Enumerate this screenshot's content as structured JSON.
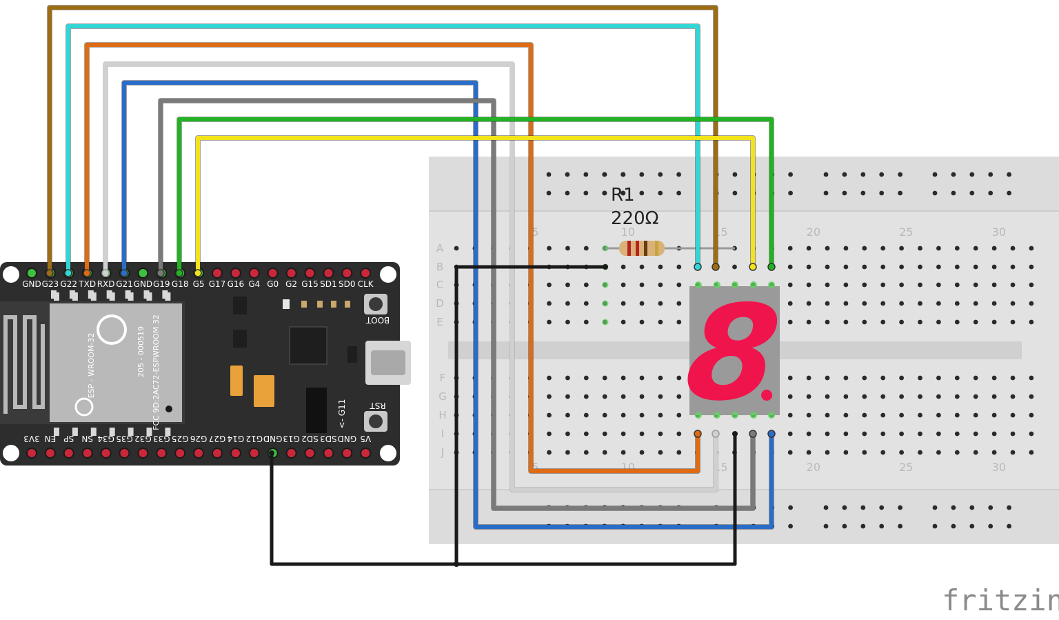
{
  "esp32": {
    "top_pins": [
      "GND",
      "G23",
      "G22",
      "TXD",
      "RXD",
      "G21",
      "GND",
      "G19",
      "G18",
      "G5",
      "G17",
      "G16",
      "G4",
      "G0",
      "G2",
      "G15",
      "SD1",
      "SD0",
      "CLK"
    ],
    "bottom_pins": [
      "3V3",
      "EN",
      "SP",
      "SN",
      "G34",
      "G35",
      "G32",
      "G33",
      "G25",
      "G26",
      "G27",
      "G14",
      "G12",
      "GND",
      "G13",
      "SD2",
      "SD3",
      "GND",
      "V5"
    ],
    "boot_label": "BOOT",
    "rst_label": "RST",
    "g11_label": "<- G11",
    "module_text": [
      "ESP - WROOM-32",
      "205 - 000519",
      "FCC 9D:2AC72-ESPWROOM 32"
    ]
  },
  "resistor": {
    "name": "R1",
    "value": "220Ω"
  },
  "breadboard": {
    "column_numbers": [
      "5",
      "10",
      "15",
      "20",
      "25",
      "30"
    ],
    "row_letters_top": [
      "A",
      "B",
      "C",
      "D",
      "E"
    ],
    "row_letters_bottom": [
      "F",
      "G",
      "H",
      "I",
      "J"
    ]
  },
  "display": {
    "digit": "8"
  },
  "wires": [
    {
      "name": "wire-g23",
      "color": "#9c6d14"
    },
    {
      "name": "wire-g22",
      "color": "#33d6d6"
    },
    {
      "name": "wire-txd",
      "color": "#e06b12"
    },
    {
      "name": "wire-rxd",
      "color": "#d0d0d0"
    },
    {
      "name": "wire-g21",
      "color": "#2a6dc9"
    },
    {
      "name": "wire-g19",
      "color": "#7a7a7a"
    },
    {
      "name": "wire-g18",
      "color": "#22b222"
    },
    {
      "name": "wire-g5",
      "color": "#f2e31a"
    },
    {
      "name": "wire-gnd",
      "color": "#1a1a1a"
    }
  ],
  "brand": "fritzing"
}
